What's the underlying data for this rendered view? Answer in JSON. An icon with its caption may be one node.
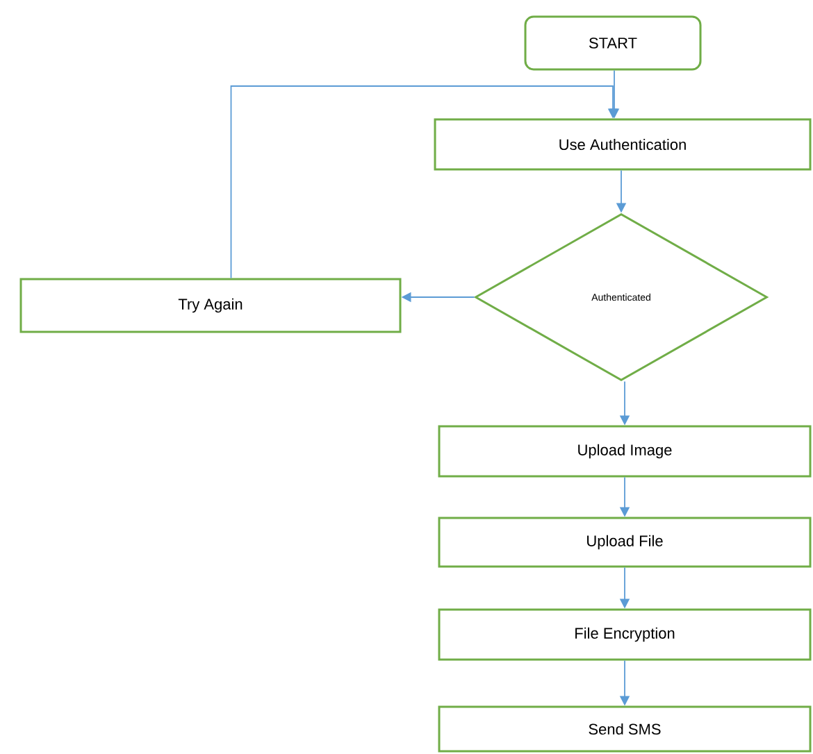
{
  "diagram": {
    "nodes": [
      {
        "text": [
          "START"
        ]
      },
      {
        "text": [
          "Use Authentication"
        ]
      },
      {
        "text": [
          "Authenticated"
        ]
      },
      {
        "text": [
          "Try Again"
        ]
      },
      {
        "text": [
          "Upload Image"
        ]
      },
      {
        "text": [
          "Upload File"
        ]
      },
      {
        "text": [
          "File Encryption"
        ]
      },
      {
        "text": [
          "Send SMS"
        ]
      }
    ],
    "edges": [
      {
        "from": 0,
        "to": 1,
        "arrow": "to"
      },
      {
        "from": 1,
        "to": 2,
        "arrow": "to"
      },
      {
        "from": 2,
        "to": 3,
        "arrow": "to"
      },
      {
        "from": 3,
        "to": 1,
        "arrow": "to"
      },
      {
        "from": 2,
        "to": 4,
        "arrow": "to"
      },
      {
        "from": 4,
        "to": 5,
        "arrow": "to"
      },
      {
        "from": 5,
        "to": 6,
        "arrow": "to"
      },
      {
        "from": 6,
        "to": 7,
        "arrow": "to"
      }
    ]
  }
}
